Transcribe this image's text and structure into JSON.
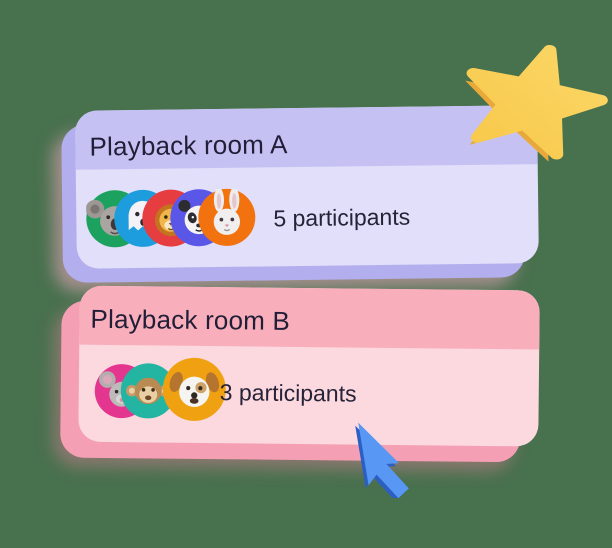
{
  "background_color": "#48714E",
  "text_color": "#211F37",
  "rooms": [
    {
      "title": "Playback room A",
      "participants_label": "5 participants",
      "participant_count": 5,
      "header_color": "#C5C2F3",
      "body_color": "#E1DFF9",
      "back_color": "#B3AEED",
      "avatars": [
        {
          "name": "koala",
          "emoji": "🐨",
          "bg": "#1CA25E"
        },
        {
          "name": "ghost",
          "emoji": "👻",
          "bg": "#1D9DDD"
        },
        {
          "name": "lion",
          "emoji": "🦁",
          "bg": "#E63E40"
        },
        {
          "name": "panda",
          "emoji": "🐼",
          "bg": "#5A57E8"
        },
        {
          "name": "rabbit",
          "emoji": "🐰",
          "bg": "#F1720E"
        }
      ]
    },
    {
      "title": "Playback room B",
      "participants_label": "3 participants",
      "participant_count": 3,
      "header_color": "#F9AEBC",
      "body_color": "#FCD8DF",
      "back_color": "#F59FB4",
      "avatars": [
        {
          "name": "mouse",
          "emoji": "🐭",
          "bg": "#E4368F"
        },
        {
          "name": "monkey",
          "emoji": "🐵",
          "bg": "#23B4A2"
        },
        {
          "name": "dog",
          "emoji": "🐶",
          "bg": "#EFA112"
        }
      ]
    }
  ],
  "decorations": {
    "star": {
      "label": "star-3d",
      "color": "#F8C84A",
      "highlight": "#FBD767",
      "shade": "#E8A93A"
    },
    "cursor": {
      "label": "cursor-3d",
      "front_color": "#5897F4",
      "side_color": "#2C5FC4"
    }
  }
}
